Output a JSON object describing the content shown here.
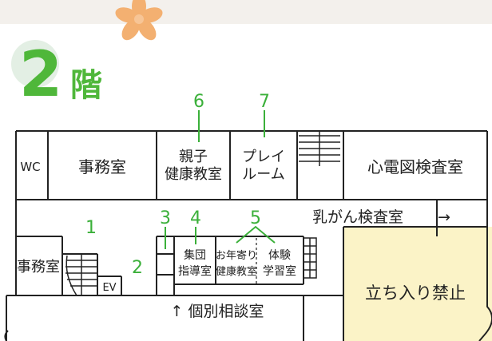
{
  "floor": {
    "number": "2",
    "suffix": "階"
  },
  "colors": {
    "accent_green": "#3bb03a",
    "title_green": "#4fb73a",
    "line": "#222222",
    "restricted_fill": "#fbf3c7",
    "flower": "#f3b071"
  },
  "rooms": {
    "wc": "WC",
    "office_top": "事務室",
    "parent_child_line1": "親子",
    "parent_child_line2": "健康教室",
    "play_line1": "プレイ",
    "play_line2": "ルーム",
    "ecg": "心電図検査室",
    "breast": "乳がん検査室",
    "office_left": "事務室",
    "ev": "EV",
    "group_line1": "集団",
    "group_line2": "指導室",
    "elderly_line1": "お年寄り",
    "elderly_line2": "健康教室",
    "experience_line1": "体験",
    "experience_line2": "学習室",
    "restricted": "立ち入り禁止",
    "consult": "↑ 個別相談室"
  },
  "markers": {
    "m1": "1",
    "m2": "2",
    "m3": "3",
    "m4": "4",
    "m5": "5",
    "m6": "6",
    "m7": "7"
  },
  "breast_arrow": "→"
}
